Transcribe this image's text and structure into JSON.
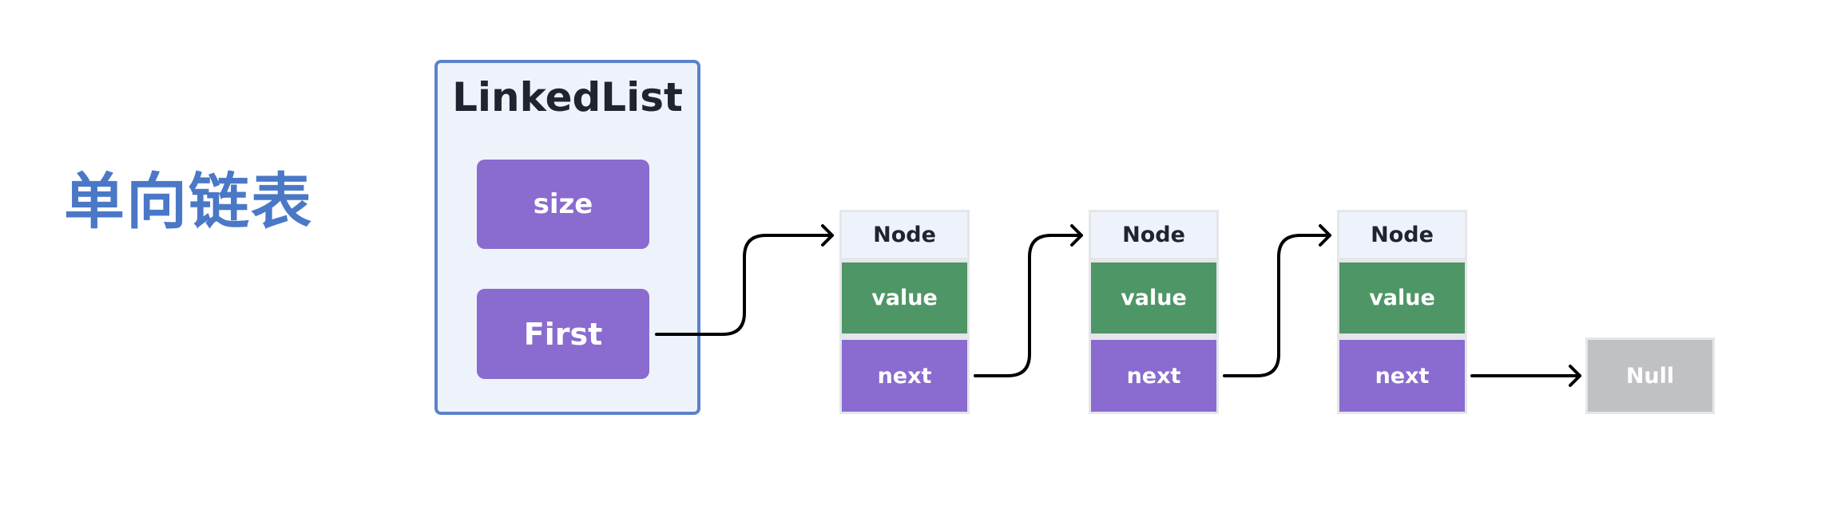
{
  "heading": "单向链表",
  "linked_list": {
    "title": "LinkedList",
    "fields": [
      "size",
      "First"
    ]
  },
  "nodes": [
    {
      "header": "Node",
      "value": "value",
      "next": "next"
    },
    {
      "header": "Node",
      "value": "value",
      "next": "next"
    },
    {
      "header": "Node",
      "value": "value",
      "next": "next"
    }
  ],
  "terminal": "Null",
  "colors": {
    "heading": "#4a78c7",
    "container_border": "#5b82cb",
    "container_fill": "#eef3fb",
    "field_fill": "#8a6bcf",
    "value_fill": "#4f9666",
    "null_fill": "#bfc1c4"
  }
}
